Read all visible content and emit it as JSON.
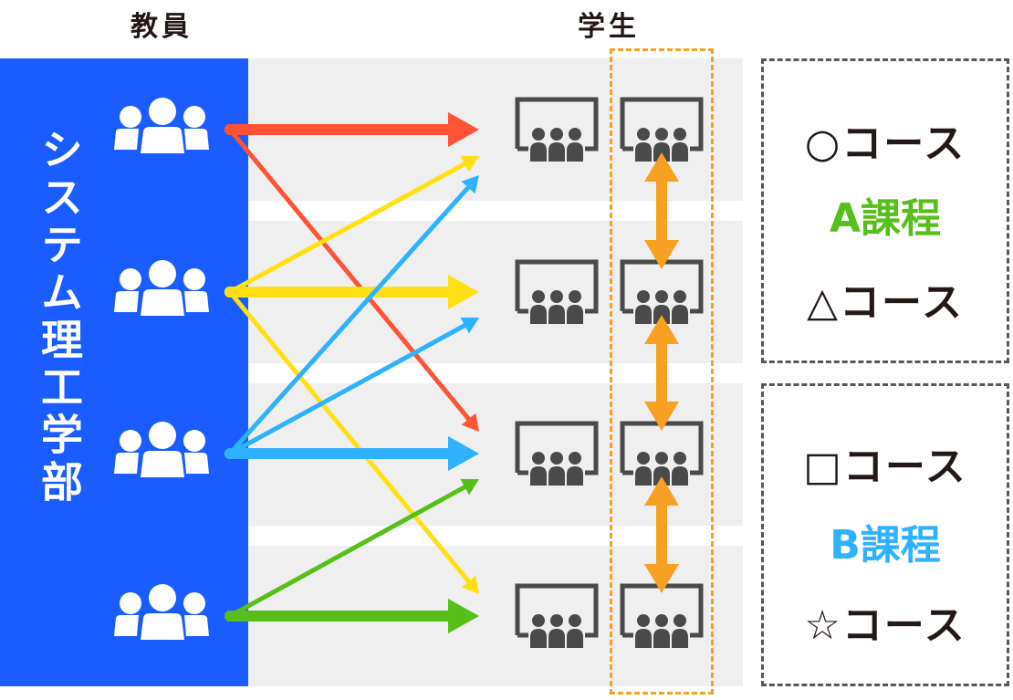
{
  "headings": {
    "teachers": "教員",
    "students": "学生"
  },
  "faculty": {
    "name": "システム理工学部",
    "color": "#1a5cff"
  },
  "teachers": [
    {
      "icon": "teacher-group-icon",
      "color": "#ff5236"
    },
    {
      "icon": "teacher-group-icon",
      "color": "#ffe014"
    },
    {
      "icon": "teacher-group-icon",
      "color": "#2eb1ff"
    },
    {
      "icon": "teacher-group-icon",
      "color": "#57bf1a"
    }
  ],
  "student_rows": 4,
  "student_columns": 2,
  "connections": [
    {
      "from": 0,
      "to": 0,
      "weight": "primary",
      "color": "#ff5236"
    },
    {
      "from": 0,
      "to": 2,
      "weight": "secondary",
      "color": "#ff5236"
    },
    {
      "from": 1,
      "to": 1,
      "weight": "primary",
      "color": "#ffe014"
    },
    {
      "from": 1,
      "to": 0,
      "weight": "secondary",
      "color": "#ffe014"
    },
    {
      "from": 1,
      "to": 3,
      "weight": "secondary",
      "color": "#ffe014"
    },
    {
      "from": 2,
      "to": 2,
      "weight": "primary",
      "color": "#2eb1ff"
    },
    {
      "from": 2,
      "to": 0,
      "weight": "secondary",
      "color": "#2eb1ff"
    },
    {
      "from": 2,
      "to": 1,
      "weight": "secondary",
      "color": "#2eb1ff"
    },
    {
      "from": 3,
      "to": 3,
      "weight": "primary",
      "color": "#57bf1a"
    },
    {
      "from": 3,
      "to": 2,
      "weight": "secondary",
      "color": "#57bf1a"
    }
  ],
  "exchange_arrows": {
    "color": "#f7a021",
    "between_rows": [
      [
        0,
        1
      ],
      [
        1,
        2
      ],
      [
        2,
        3
      ]
    ]
  },
  "programs": [
    {
      "name": "A課程",
      "color": "#57bf1a",
      "courses": [
        {
          "symbol": "○",
          "label": "コース"
        },
        {
          "symbol": "△",
          "label": "コース"
        }
      ]
    },
    {
      "name": "B課程",
      "color": "#2eb1ff",
      "courses": [
        {
          "symbol": "□",
          "label": "コース"
        },
        {
          "symbol": "☆",
          "label": "コース"
        }
      ]
    }
  ]
}
